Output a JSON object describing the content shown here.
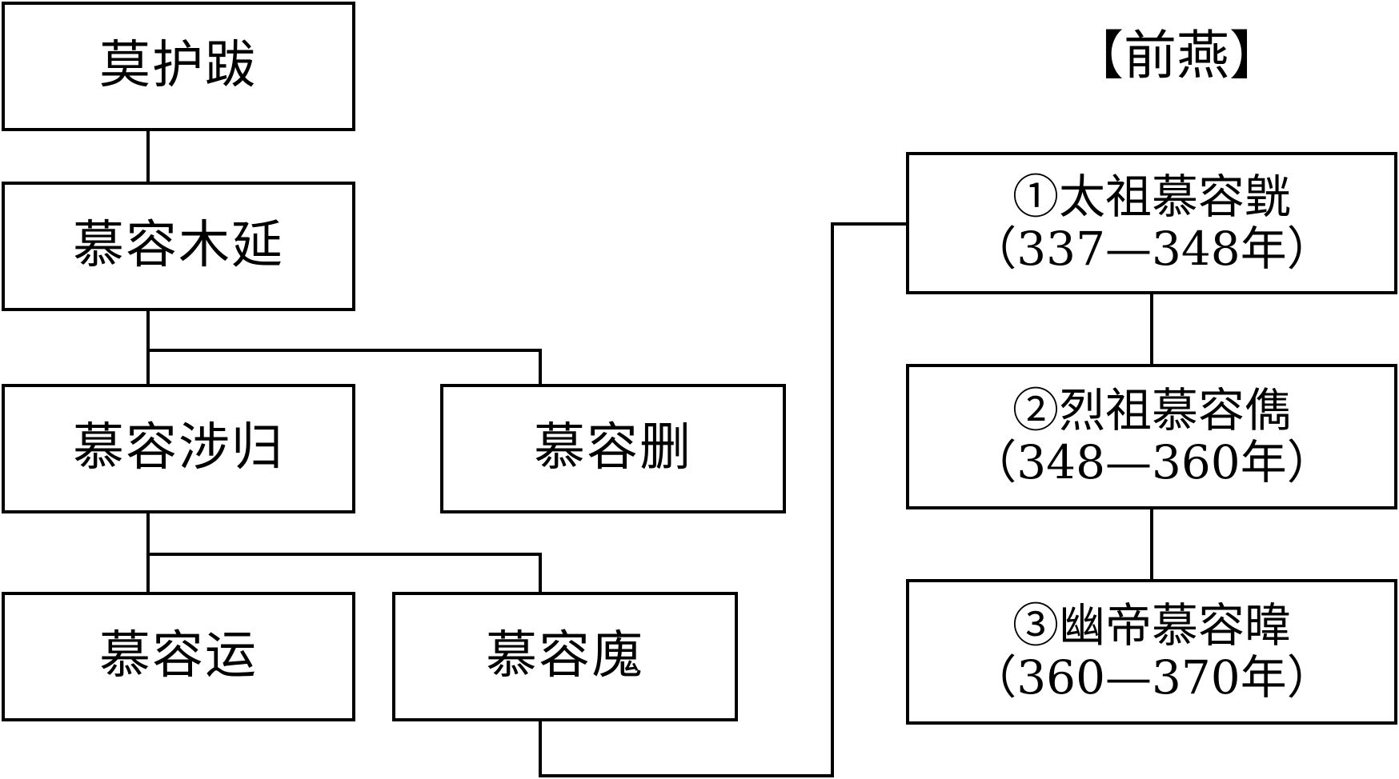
{
  "state_title": "【前燕】",
  "nodes": {
    "mohuba": {
      "name": "莫护跋"
    },
    "muyan": {
      "name": "慕容木延"
    },
    "shegui": {
      "name": "慕容涉归"
    },
    "shan": {
      "name": "慕容删"
    },
    "yun": {
      "name": "慕容运"
    },
    "hui": {
      "name": "慕容廆"
    }
  },
  "rulers": [
    {
      "name": "①太祖慕容皝",
      "reign": "（337—348年）"
    },
    {
      "name": "②烈祖慕容儁",
      "reign": "（348—360年）"
    },
    {
      "name": "③幽帝慕容暐",
      "reign": "（360—370年）"
    }
  ]
}
